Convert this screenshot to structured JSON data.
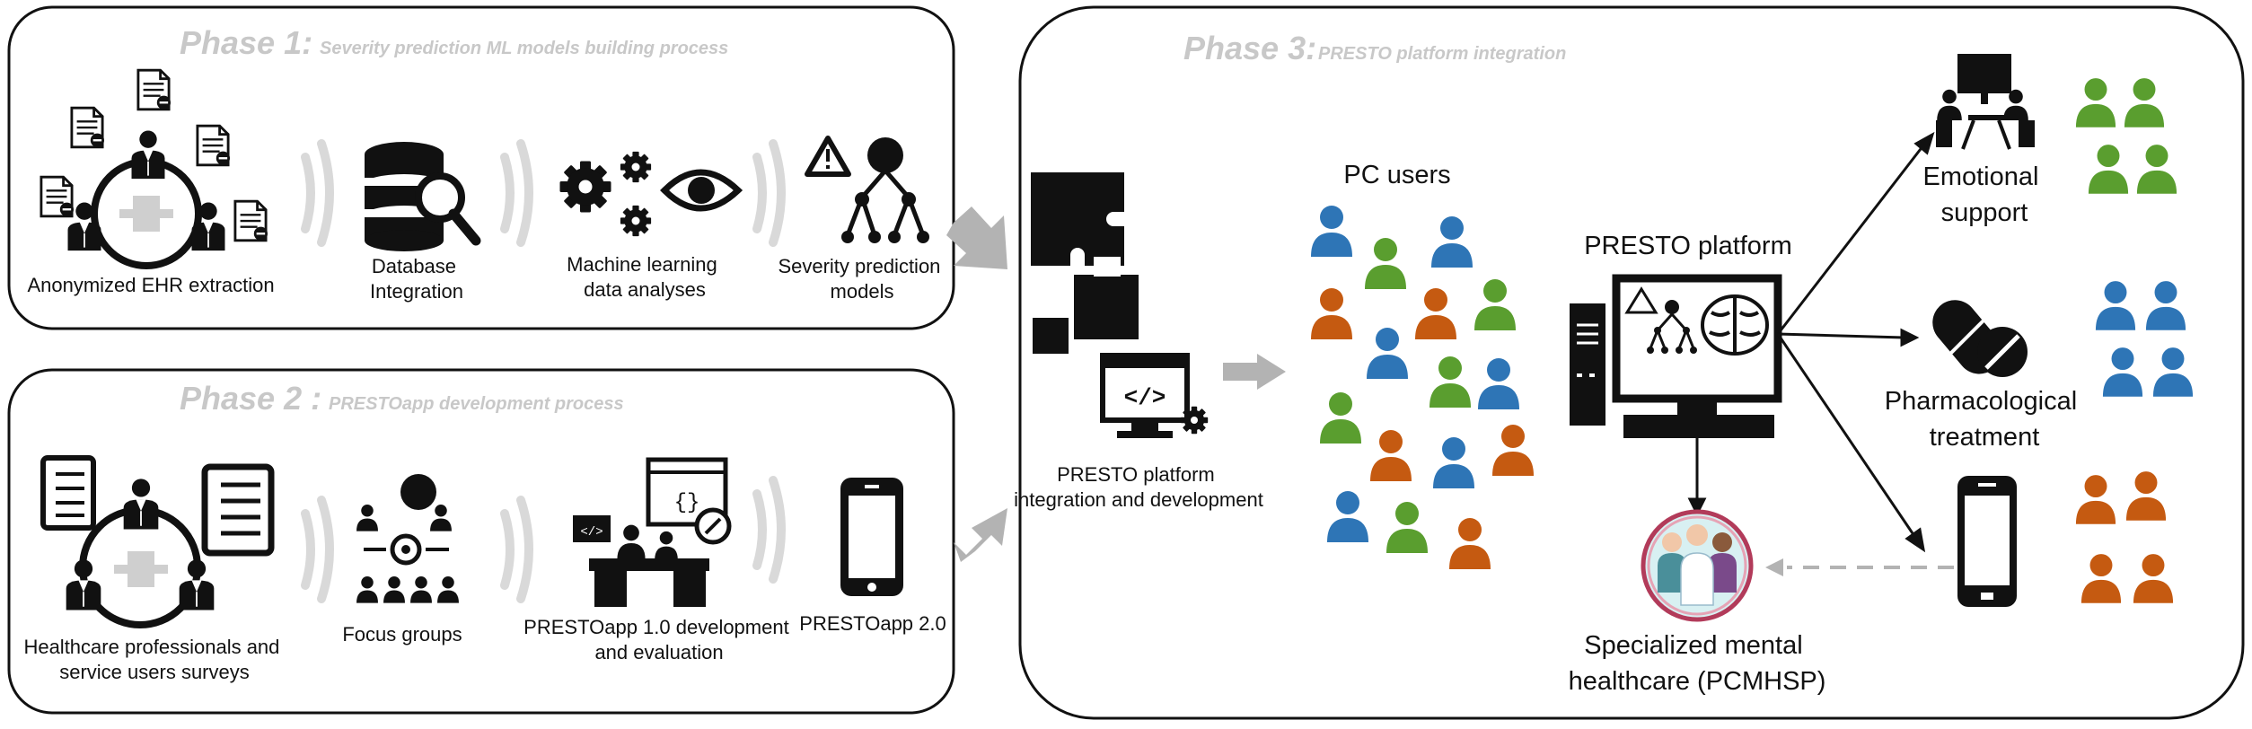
{
  "phase1": {
    "title_big": "Phase 1:",
    "title_small": "Severity prediction ML models building process",
    "steps": [
      {
        "label_lines": [
          "Anonymized EHR extraction"
        ]
      },
      {
        "label_lines": [
          "Database",
          "Integration"
        ]
      },
      {
        "label_lines": [
          "Machine learning",
          "data analyses"
        ]
      },
      {
        "label_lines": [
          "Severity prediction",
          "models"
        ]
      }
    ]
  },
  "phase2": {
    "title_big": "Phase 2 :",
    "title_small": "PRESTOapp development process",
    "steps": [
      {
        "label_lines": [
          "Healthcare professionals and",
          "service users surveys"
        ]
      },
      {
        "label_lines": [
          "Focus groups"
        ]
      },
      {
        "label_lines": [
          "PRESTOapp 1.0 development",
          "and evaluation"
        ]
      },
      {
        "label_lines": [
          "PRESTOapp 2.0"
        ]
      }
    ]
  },
  "phase3": {
    "title_big": "Phase 3:",
    "title_small": "PRESTO platform integration",
    "integration_label_lines": [
      "PRESTO platform",
      "integration and development"
    ],
    "pc_users_label": "PC users",
    "platform_label": "PRESTO platform",
    "outputs": [
      {
        "label_lines": [
          "Emotional",
          "support"
        ],
        "group_color": "#5a9e2f"
      },
      {
        "label_lines": [
          "Pharmacological",
          "treatment"
        ],
        "group_color": "#2e75b6"
      },
      {
        "label_lines": [],
        "group_color": "#c55a11"
      }
    ],
    "specialized_label_lines": [
      "Specialized mental",
      "healthcare (PCMHSP)"
    ]
  },
  "colors": {
    "green": "#5a9e2f",
    "blue": "#2e75b6",
    "orange": "#c55a11",
    "phase_title": "#c8c8c8",
    "wave": "#d9d9d9",
    "flow_arrow": "#b3b3b3"
  },
  "icons": [
    "document-icon",
    "people-network-icon",
    "database-search-icon",
    "gears-eye-icon",
    "warning-tree-icon",
    "checklist-icon",
    "tablet-list-icon",
    "focus-group-icon",
    "developer-desk-icon",
    "smartphone-icon",
    "puzzle-icon",
    "code-monitor-icon",
    "user-icon",
    "computer-tower-icon",
    "monitor-icon",
    "brain-icon",
    "therapy-session-icon",
    "pills-icon",
    "doctors-badge-icon"
  ]
}
